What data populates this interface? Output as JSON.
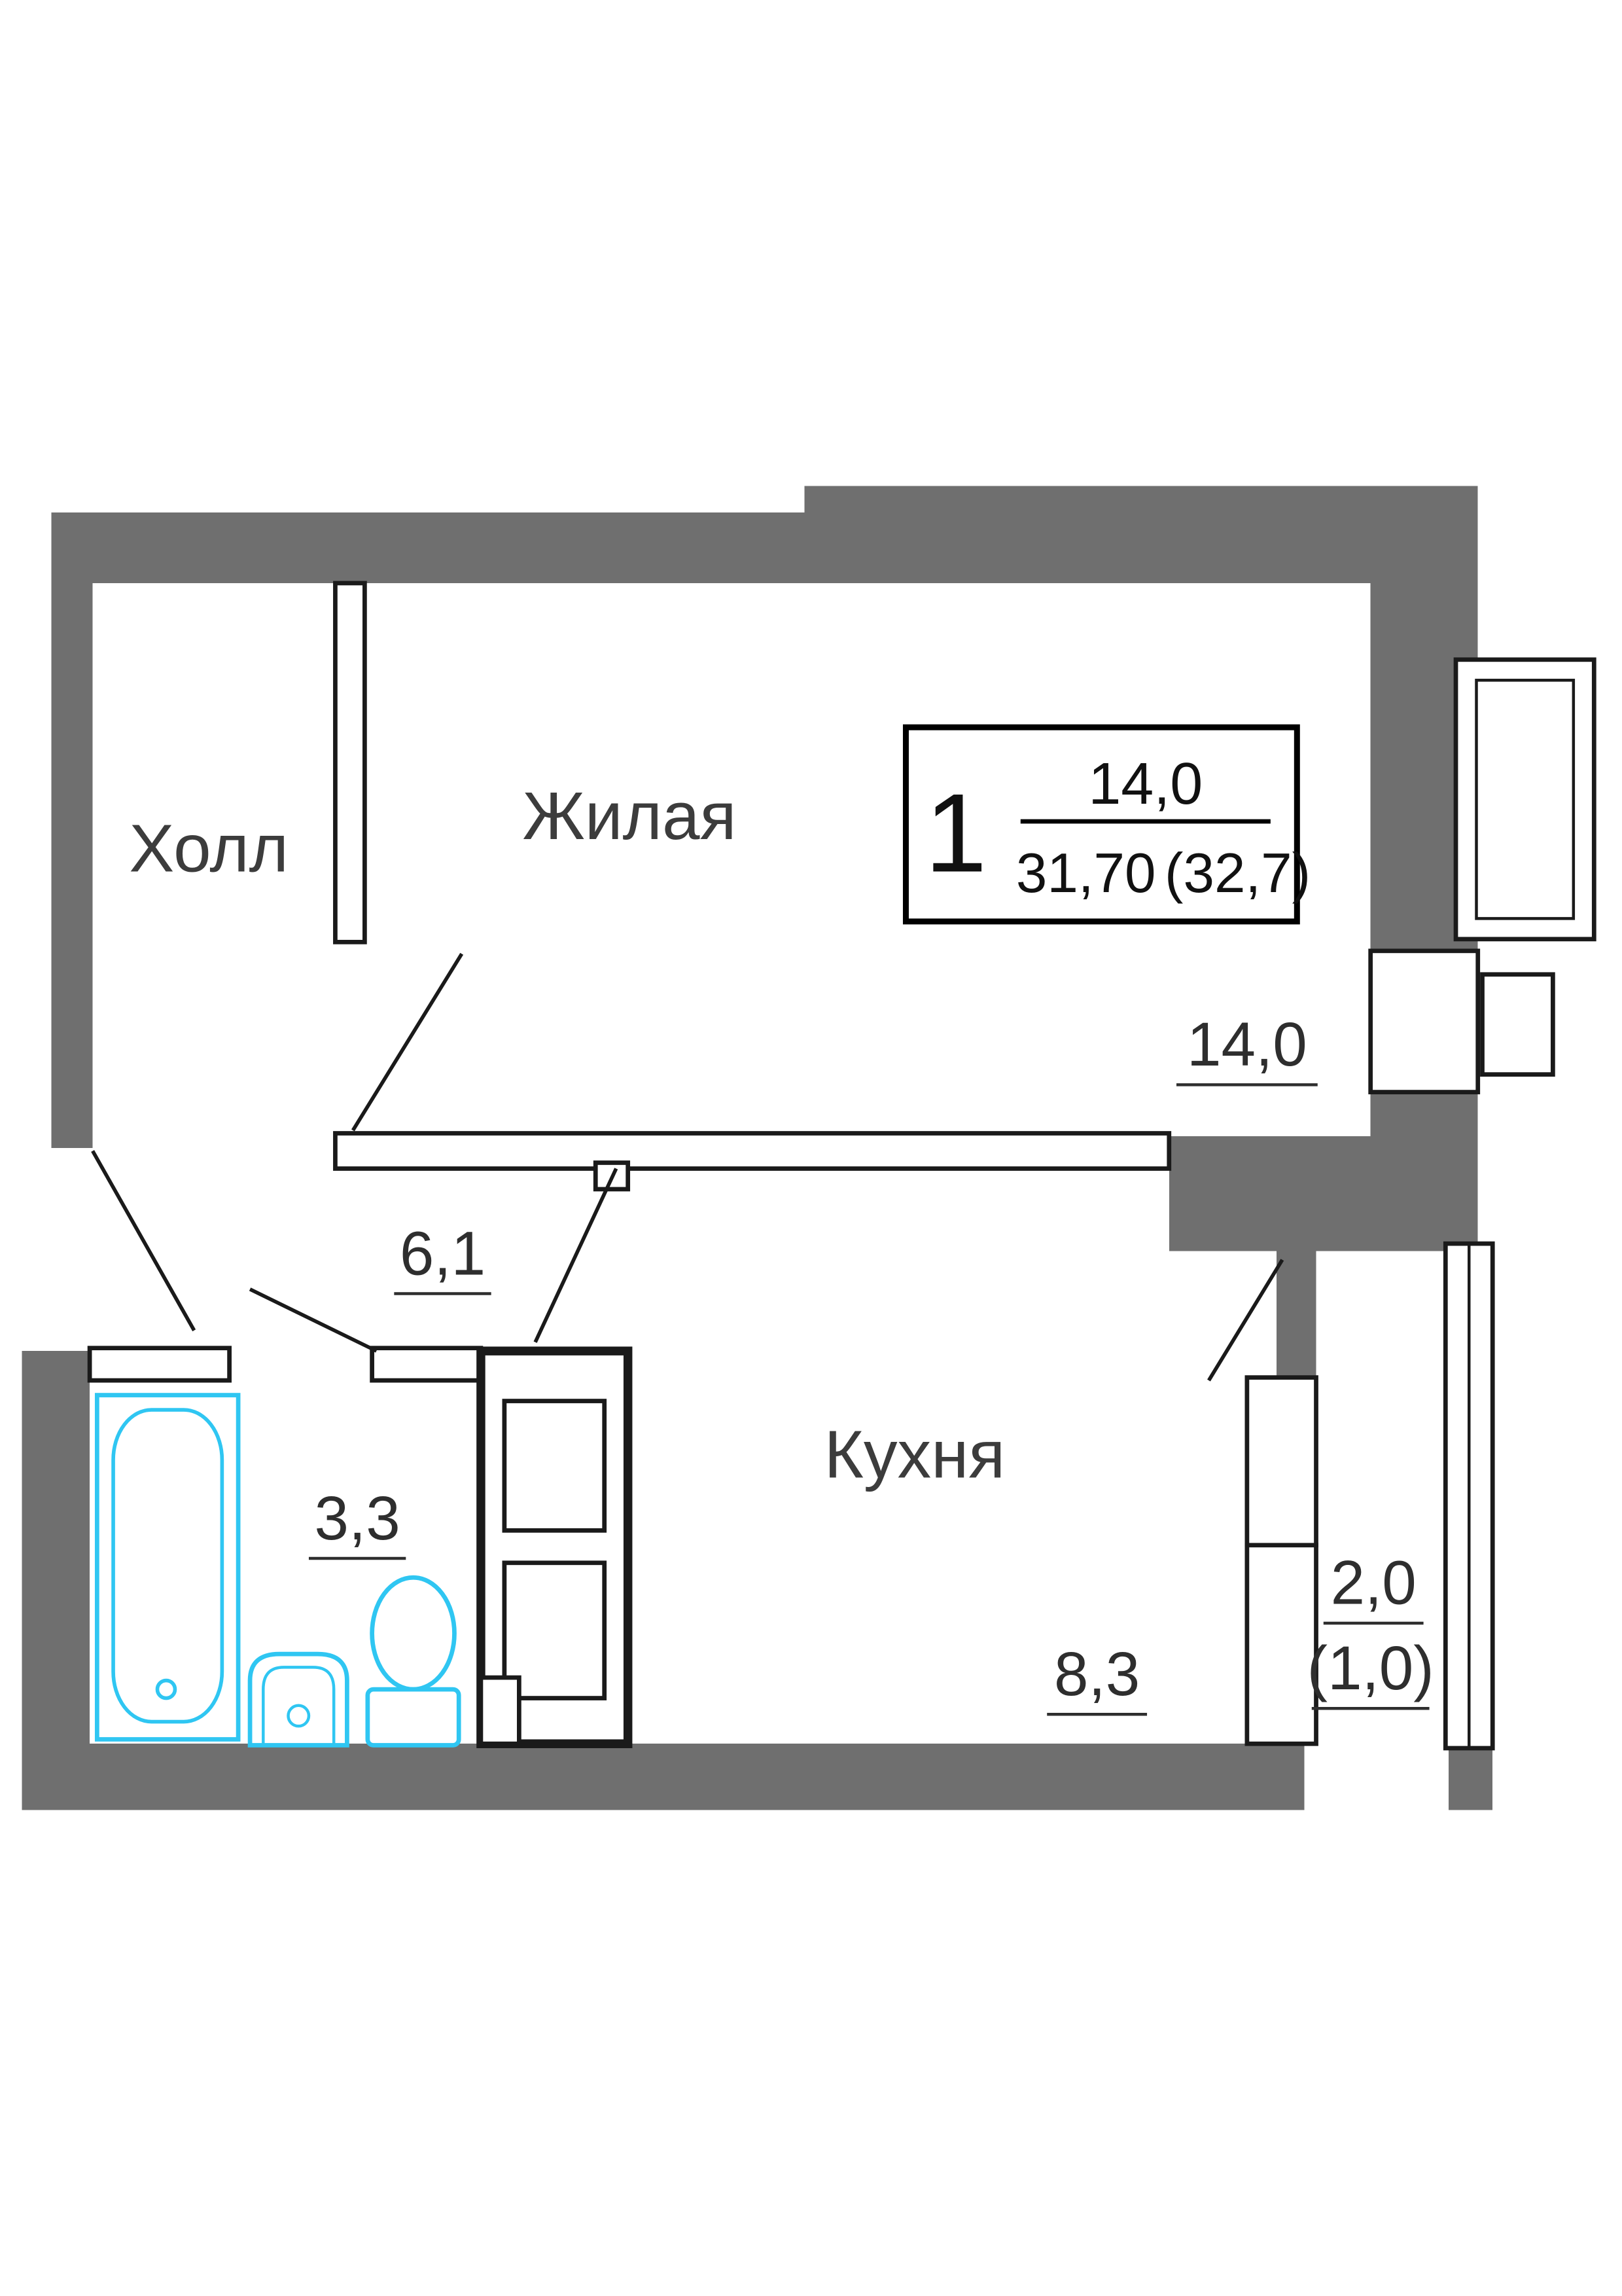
{
  "colors": {
    "wall": "#6f6f6f",
    "line": "#1a1a1a",
    "fixture": "#2fc6f2",
    "text": "#3c3c3c",
    "number": "#2e2e2e"
  },
  "info_box": {
    "room_count": "1",
    "living_area": "14,0",
    "total_area": "31,70",
    "total_area_reduced": "(32,7)"
  },
  "rooms": {
    "hall": {
      "label": "Холл",
      "area": "6,1"
    },
    "living": {
      "label": "Жилая",
      "area": "14,0"
    },
    "bathroom": {
      "area": "3,3"
    },
    "kitchen": {
      "label": "Кухня",
      "area": "8,3"
    },
    "balcony": {
      "area": "2,0",
      "area_reduced": "(1,0)"
    }
  }
}
